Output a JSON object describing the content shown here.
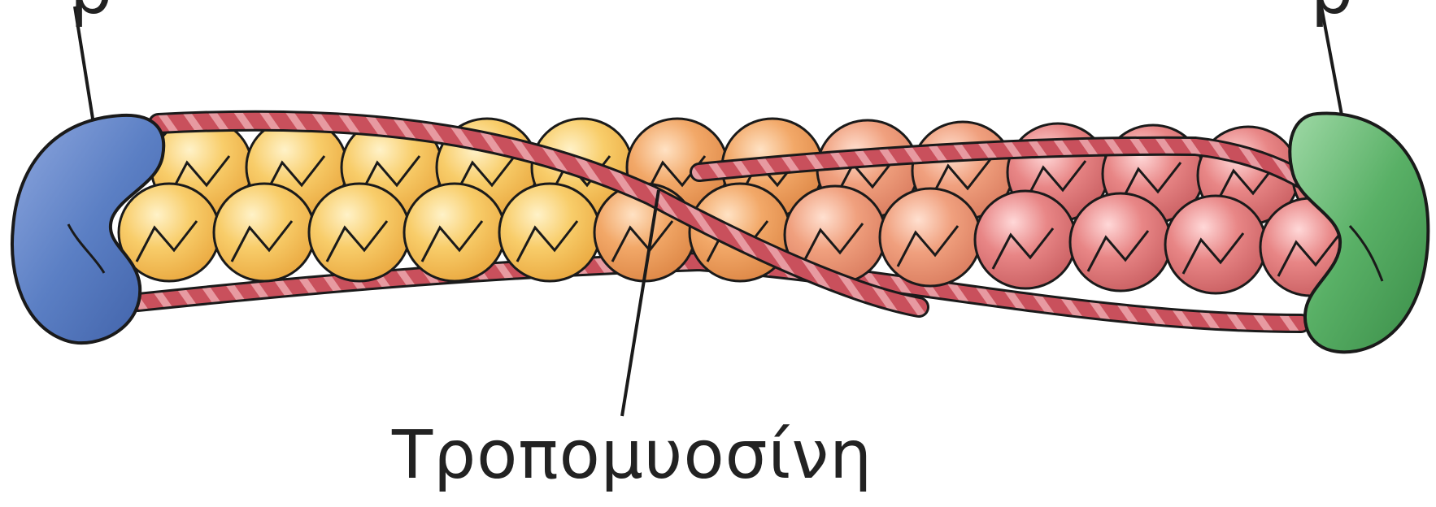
{
  "labels": {
    "tropomyosin": "Τροπομυοσίνη",
    "top_left_fragment": "ρ",
    "top_right_fragment": "ρ"
  },
  "colors": {
    "background": "#ffffff",
    "outline": "#1a1a1a",
    "left_cap": "#5b7fc4",
    "right_cap": "#4fa85f",
    "actin_yellow": "#f5c35a",
    "actin_orange": "#f0a062",
    "actin_red": "#e27a78",
    "strand": "#c24a56",
    "strand_highlight": "#e89aa0"
  },
  "icons": {
    "left_cap": "capping-protein-blue",
    "right_cap": "capping-protein-green",
    "subunit": "actin-monomer"
  }
}
